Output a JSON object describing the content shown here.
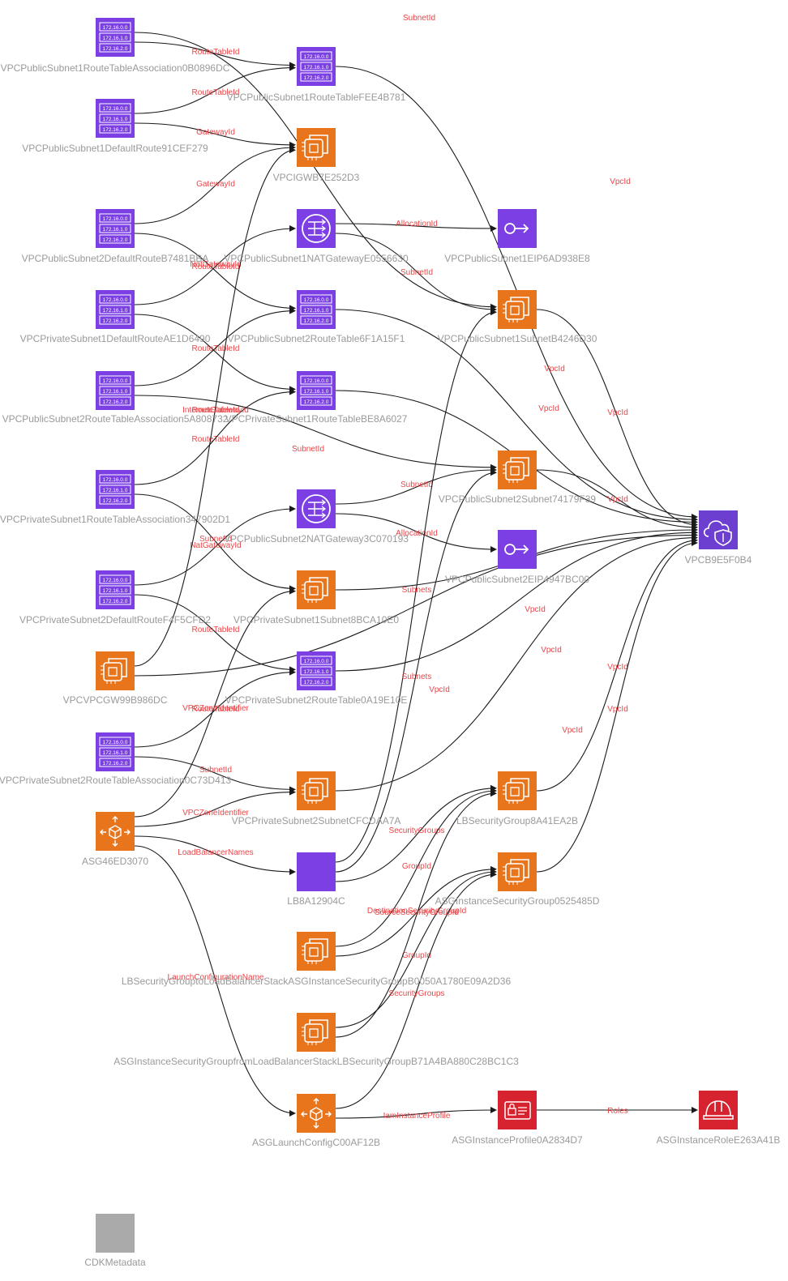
{
  "colors": {
    "routeTable": "#7b3fe4",
    "compute": "#e8741c",
    "network": "#7b3fe4",
    "security": "#d6232f",
    "vpc": "#6c3fd0",
    "metadata": "#aaaaaa",
    "edge": "#1a1a1a",
    "edgeLabel": "#e8474a",
    "nodeLabel": "#9a9a9a"
  },
  "nodes": [
    {
      "id": "pub1rta",
      "label": "VPCPublicSubnet1RouteTableAssociation0B0896DC",
      "kind": "routetable"
    },
    {
      "id": "pub1rt",
      "label": "VPCPublicSubnet1RouteTableFEE4B781",
      "kind": "routetable"
    },
    {
      "id": "pub1dr",
      "label": "VPCPublicSubnet1DefaultRoute91CEF279",
      "kind": "routetable"
    },
    {
      "id": "igw",
      "label": "VPCIGWB7E252D3",
      "kind": "compute"
    },
    {
      "id": "pub2dr",
      "label": "VPCPublicSubnet2DefaultRouteB7481BBA",
      "kind": "routetable"
    },
    {
      "id": "nat1",
      "label": "VPCPublicSubnet1NATGatewayE0556630",
      "kind": "nat"
    },
    {
      "id": "eip1",
      "label": "VPCPublicSubnet1EIP6AD938E8",
      "kind": "eip"
    },
    {
      "id": "priv1dr",
      "label": "VPCPrivateSubnet1DefaultRouteAE1D6490",
      "kind": "routetable"
    },
    {
      "id": "pub2rt",
      "label": "VPCPublicSubnet2RouteTable6F1A15F1",
      "kind": "routetable"
    },
    {
      "id": "pub1sn",
      "label": "VPCPublicSubnet1SubnetB4246D30",
      "kind": "compute"
    },
    {
      "id": "pub2rta",
      "label": "VPCPublicSubnet2RouteTableAssociation5A808732",
      "kind": "routetable"
    },
    {
      "id": "priv1rt",
      "label": "VPCPrivateSubnet1RouteTableBE8A6027",
      "kind": "routetable"
    },
    {
      "id": "pub2sn",
      "label": "VPCPublicSubnet2Subnet74179F39",
      "kind": "compute"
    },
    {
      "id": "priv1rta",
      "label": "VPCPrivateSubnet1RouteTableAssociation347902D1",
      "kind": "routetable"
    },
    {
      "id": "nat2",
      "label": "VPCPublicSubnet2NATGateway3C070193",
      "kind": "nat"
    },
    {
      "id": "vpc",
      "label": "VPCB9E5F0B4",
      "kind": "vpc"
    },
    {
      "id": "eip2",
      "label": "VPCPublicSubnet2EIP4947BC00",
      "kind": "eip"
    },
    {
      "id": "priv2dr",
      "label": "VPCPrivateSubnet2DefaultRouteF4F5CFD2",
      "kind": "routetable"
    },
    {
      "id": "priv1sn",
      "label": "VPCPrivateSubnet1Subnet8BCA10E0",
      "kind": "compute"
    },
    {
      "id": "vpcgw",
      "label": "VPCVPCGW99B986DC",
      "kind": "compute"
    },
    {
      "id": "priv2rt",
      "label": "VPCPrivateSubnet2RouteTable0A19E10E",
      "kind": "routetable"
    },
    {
      "id": "priv2rta",
      "label": "VPCPrivateSubnet2RouteTableAssociation0C73D413",
      "kind": "routetable"
    },
    {
      "id": "priv2sn",
      "label": "VPCPrivateSubnet2SubnetCFCDAA7A",
      "kind": "compute"
    },
    {
      "id": "lbsg",
      "label": "LBSecurityGroup8A41EA2B",
      "kind": "compute"
    },
    {
      "id": "asg",
      "label": "ASG46ED3070",
      "kind": "asg"
    },
    {
      "id": "lb",
      "label": "LB8A12904C",
      "kind": "lb"
    },
    {
      "id": "asgsg",
      "label": "ASGInstanceSecurityGroup0525485D",
      "kind": "compute"
    },
    {
      "id": "lbsgto",
      "label": "LBSecurityGrouptoLoadBalancerStackASGInstanceSecurityGroupB0050A1780E09A2D36",
      "kind": "compute"
    },
    {
      "id": "asgsgfrom",
      "label": "ASGInstanceSecurityGroupfromLoadBalancerStackLBSecurityGroupB71A4BA880C28BC1C3",
      "kind": "compute"
    },
    {
      "id": "lc",
      "label": "ASGLaunchConfigC00AF12B",
      "kind": "asg"
    },
    {
      "id": "iprof",
      "label": "ASGInstanceProfile0A2834D7",
      "kind": "profile"
    },
    {
      "id": "irole",
      "label": "ASGInstanceRoleE263A41B",
      "kind": "role"
    },
    {
      "id": "meta",
      "label": "CDKMetadata",
      "kind": "metadata"
    }
  ],
  "edges": [
    {
      "from": "pub1rta",
      "to": "pub1sn",
      "label": "SubnetId"
    },
    {
      "from": "pub1rta",
      "to": "pub1rt",
      "label": "RouteTableId"
    },
    {
      "from": "pub1dr",
      "to": "pub1rt",
      "label": "RouteTableId"
    },
    {
      "from": "pub1dr",
      "to": "igw",
      "label": "GatewayId"
    },
    {
      "from": "pub1rt",
      "to": "vpc",
      "label": "VpcId"
    },
    {
      "from": "pub2dr",
      "to": "igw",
      "label": "GatewayId"
    },
    {
      "from": "pub2dr",
      "to": "pub2rt",
      "label": "RouteTableId"
    },
    {
      "from": "nat1",
      "to": "eip1",
      "label": "AllocationId"
    },
    {
      "from": "nat1",
      "to": "pub1sn",
      "label": "SubnetId"
    },
    {
      "from": "priv1dr",
      "to": "nat1",
      "label": "NatGatewayId"
    },
    {
      "from": "priv1dr",
      "to": "priv1rt",
      "label": "RouteTableId"
    },
    {
      "from": "pub2rta",
      "to": "pub2rt",
      "label": "RouteTableId"
    },
    {
      "from": "pub2rta",
      "to": "pub2sn",
      "label": "SubnetId"
    },
    {
      "from": "pub2rt",
      "to": "vpc",
      "label": "VpcId"
    },
    {
      "from": "priv1rt",
      "to": "vpc",
      "label": "VpcId"
    },
    {
      "from": "pub1sn",
      "to": "vpc",
      "label": "VpcId"
    },
    {
      "from": "priv1rta",
      "to": "priv1rt",
      "label": "RouteTableId"
    },
    {
      "from": "priv1rta",
      "to": "priv1sn",
      "label": "SubnetId"
    },
    {
      "from": "nat2",
      "to": "pub2sn",
      "label": "SubnetId"
    },
    {
      "from": "nat2",
      "to": "eip2",
      "label": "AllocationId"
    },
    {
      "from": "pub2sn",
      "to": "vpc",
      "label": "VpcId"
    },
    {
      "from": "priv2dr",
      "to": "nat2",
      "label": "NatGatewayId"
    },
    {
      "from": "priv2dr",
      "to": "priv2rt",
      "label": "RouteTableId"
    },
    {
      "from": "priv1sn",
      "to": "vpc",
      "label": "VpcId"
    },
    {
      "from": "priv2rt",
      "to": "vpc",
      "label": "VpcId"
    },
    {
      "from": "vpcgw",
      "to": "igw",
      "label": "InternetGatewayId"
    },
    {
      "from": "vpcgw",
      "to": "vpc",
      "label": "VpcId"
    },
    {
      "from": "priv2rta",
      "to": "priv2rt",
      "label": "RouteTableId"
    },
    {
      "from": "priv2rta",
      "to": "priv2sn",
      "label": "SubnetId"
    },
    {
      "from": "priv2sn",
      "to": "vpc",
      "label": "VpcId"
    },
    {
      "from": "asg",
      "to": "priv1sn",
      "label": "VPCZoneIdentifier"
    },
    {
      "from": "asg",
      "to": "priv2sn",
      "label": "VPCZoneIdentifier"
    },
    {
      "from": "asg",
      "to": "lb",
      "label": "LoadBalancerNames"
    },
    {
      "from": "asg",
      "to": "lc",
      "label": "LaunchConfigurationName"
    },
    {
      "from": "lb",
      "to": "pub1sn",
      "label": "Subnets"
    },
    {
      "from": "lb",
      "to": "pub2sn",
      "label": "Subnets"
    },
    {
      "from": "lb",
      "to": "lbsg",
      "label": "SecurityGroups"
    },
    {
      "from": "lbsg",
      "to": "vpc",
      "label": "VpcId"
    },
    {
      "from": "asgsg",
      "to": "vpc",
      "label": "VpcId"
    },
    {
      "from": "lbsgto",
      "to": "lbsg",
      "label": "GroupId"
    },
    {
      "from": "lbsgto",
      "to": "asgsg",
      "label": "DestinationSecurityGroupId"
    },
    {
      "from": "asgsgfrom",
      "to": "asgsg",
      "label": "GroupId"
    },
    {
      "from": "asgsgfrom",
      "to": "lbsg",
      "label": "SourceSecurityGroupId"
    },
    {
      "from": "lc",
      "to": "asgsg",
      "label": "SecurityGroups"
    },
    {
      "from": "lc",
      "to": "iprof",
      "label": "IamInstanceProfile"
    },
    {
      "from": "iprof",
      "to": "irole",
      "label": "Roles"
    }
  ]
}
